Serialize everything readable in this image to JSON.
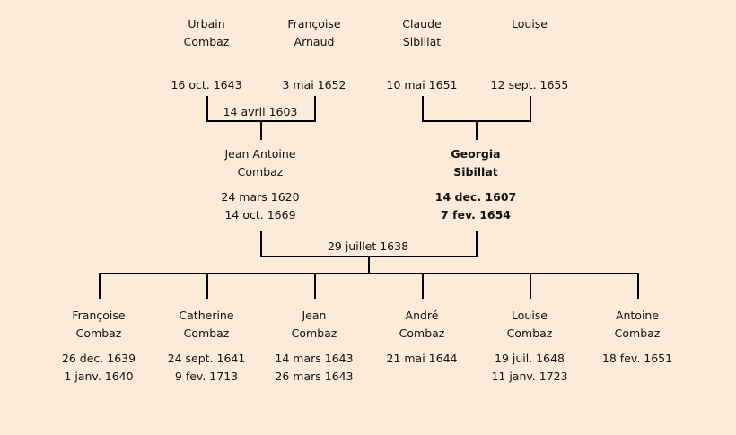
{
  "grandparents": [
    {
      "first": "Urbain",
      "last": "Combaz",
      "date": "16 oct. 1643"
    },
    {
      "first": "Françoise",
      "last": "Arnaud",
      "date": "3 mai 1652"
    },
    {
      "first": "Claude",
      "last": "Sibillat",
      "date": "10 mai 1651"
    },
    {
      "first": "Louise",
      "last": "",
      "date": "12 sept. 1655"
    }
  ],
  "grandparents_marriage": "14 avril 1603",
  "parents": [
    {
      "first": "Jean Antoine",
      "last": "Combaz",
      "birth": "24 mars 1620",
      "death": "14 oct. 1669"
    },
    {
      "first": "Georgia",
      "last": "Sibillat",
      "birth": "14 dec. 1607",
      "death": "7 fev. 1654"
    }
  ],
  "parents_marriage": "29 juillet 1638",
  "children": [
    {
      "first": "Françoise",
      "last": "Combaz",
      "birth": "26 dec. 1639",
      "death": "1 janv. 1640"
    },
    {
      "first": "Catherine",
      "last": "Combaz",
      "birth": "24 sept. 1641",
      "death": "9 fev. 1713"
    },
    {
      "first": "Jean",
      "last": "Combaz",
      "birth": "14 mars 1643",
      "death": "26 mars 1643"
    },
    {
      "first": "André",
      "last": "Combaz",
      "birth": "21 mai 1644",
      "death": ""
    },
    {
      "first": "Louise",
      "last": "Combaz",
      "birth": "19 juil. 1648",
      "death": "11 janv. 1723"
    },
    {
      "first": "Antoine",
      "last": "Combaz",
      "birth": "18 fev. 1651",
      "death": ""
    }
  ]
}
